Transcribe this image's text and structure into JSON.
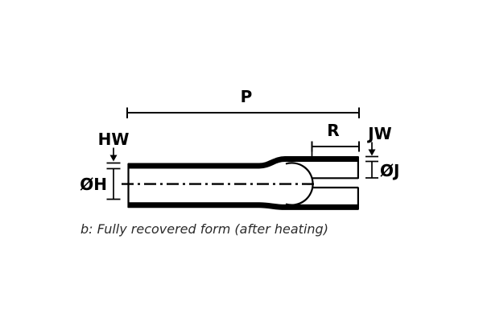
{
  "canvas": {
    "background": "#ffffff",
    "line_color": "#000000",
    "caption_color": "#2b2b2b"
  },
  "diagram": {
    "type": "technical-dimension-drawing",
    "labels": {
      "p": "P",
      "r": "R",
      "hw": "HW",
      "jw": "JW",
      "oh": "ØH",
      "oj": "ØJ"
    },
    "caption": "b: Fully recovered form (after heating)"
  }
}
